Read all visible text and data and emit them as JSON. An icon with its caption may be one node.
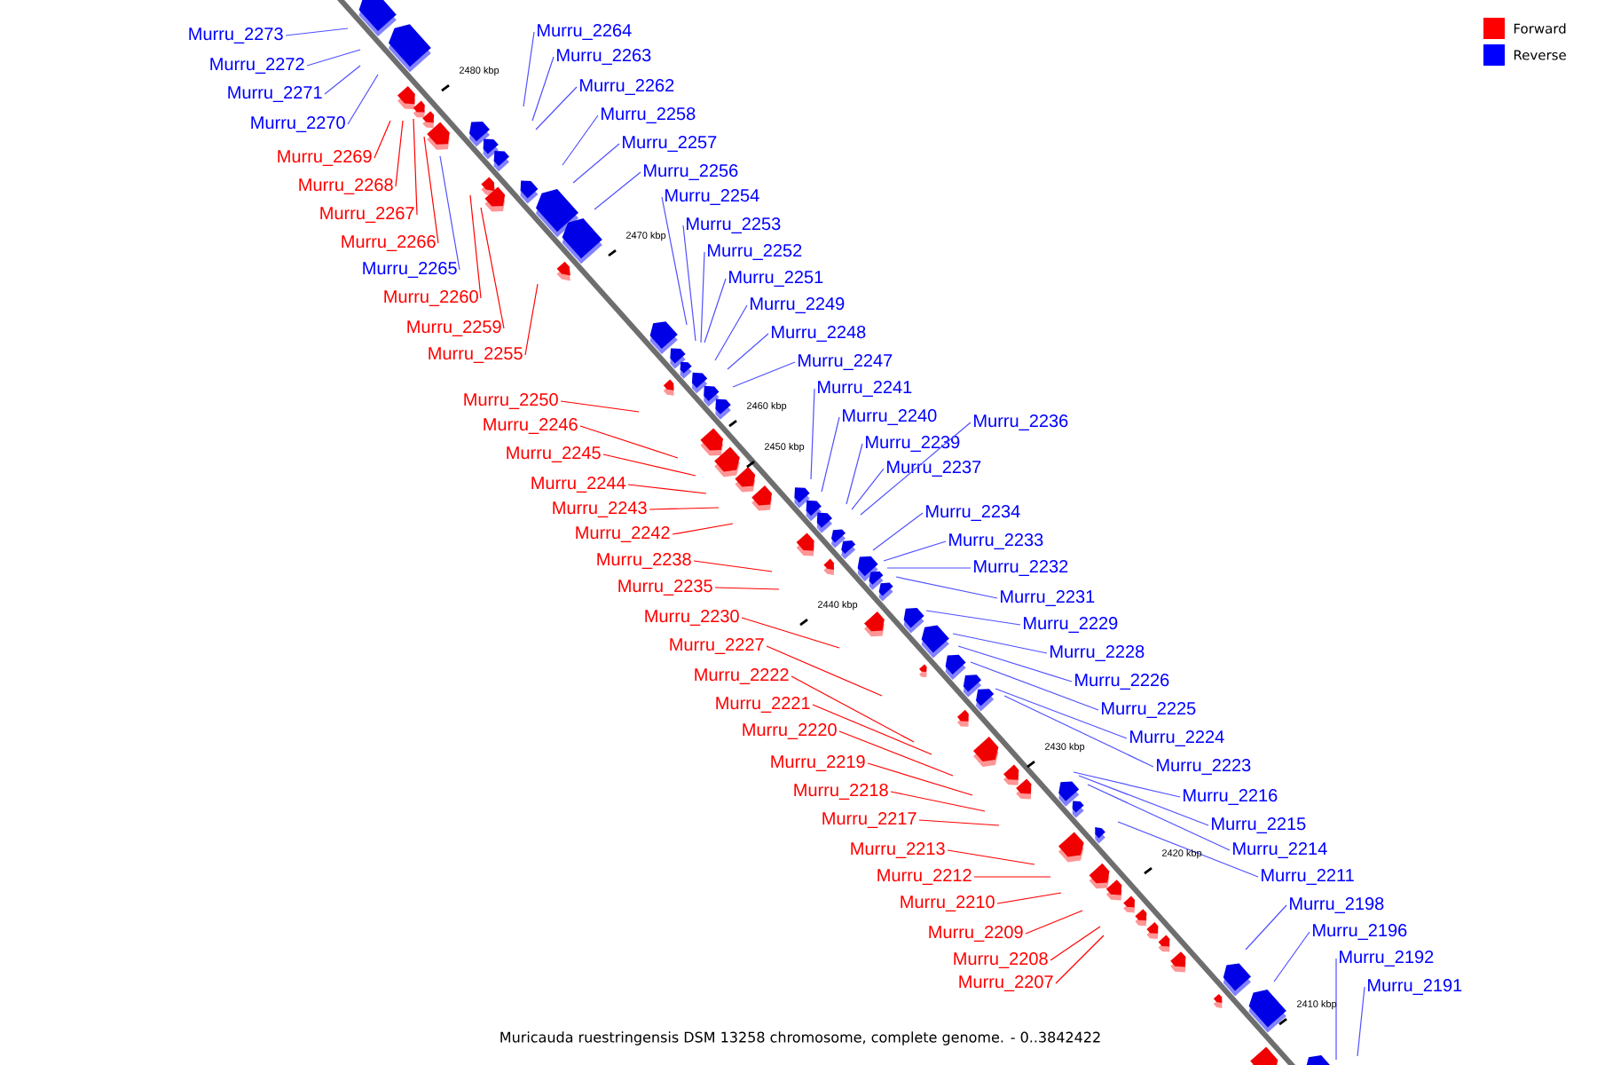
{
  "diagram": {
    "caption": "Muricauda ruestringensis DSM 13258 chromosome, complete genome. - 0..3842422",
    "nodes": [
      {
        "text": [
          "Murru_2273"
        ]
      },
      {
        "text": [
          "Murru_2272"
        ]
      },
      {
        "text": [
          "Murru_2271"
        ]
      },
      {
        "text": [
          "Murru_2270"
        ]
      },
      {
        "text": [
          "Murru_2269"
        ]
      },
      {
        "text": [
          "Murru_2268"
        ]
      },
      {
        "text": [
          "Murru_2267"
        ]
      },
      {
        "text": [
          "Murru_2266"
        ]
      },
      {
        "text": [
          "Murru_2265"
        ]
      },
      {
        "text": [
          "Murru_2260"
        ]
      },
      {
        "text": [
          "Murru_2259"
        ]
      },
      {
        "text": [
          "Murru_2255"
        ]
      },
      {
        "text": [
          "Murru_2250"
        ]
      },
      {
        "text": [
          "Murru_2246"
        ]
      },
      {
        "text": [
          "Murru_2245"
        ]
      },
      {
        "text": [
          "Murru_2244"
        ]
      },
      {
        "text": [
          "Murru_2243"
        ]
      },
      {
        "text": [
          "Murru_2242"
        ]
      },
      {
        "text": [
          "Murru_2238"
        ]
      },
      {
        "text": [
          "Murru_2235"
        ]
      },
      {
        "text": [
          "Murru_2230"
        ]
      },
      {
        "text": [
          "Murru_2227"
        ]
      },
      {
        "text": [
          "Murru_2222"
        ]
      },
      {
        "text": [
          "Murru_2221"
        ]
      },
      {
        "text": [
          "Murru_2220"
        ]
      },
      {
        "text": [
          "Murru_2219"
        ]
      },
      {
        "text": [
          "Murru_2218"
        ]
      },
      {
        "text": [
          "Murru_2217"
        ]
      },
      {
        "text": [
          "Murru_2213"
        ]
      },
      {
        "text": [
          "Murru_2212"
        ]
      },
      {
        "text": [
          "Murru_2210"
        ]
      },
      {
        "text": [
          "Murru_2209"
        ]
      },
      {
        "text": [
          "Murru_2208"
        ]
      },
      {
        "text": [
          "Murru_2207"
        ]
      },
      {
        "text": [
          "Murru_2264"
        ]
      },
      {
        "text": [
          "Murru_2263"
        ]
      },
      {
        "text": [
          "Murru_2262"
        ]
      },
      {
        "text": [
          "Murru_2258"
        ]
      },
      {
        "text": [
          "Murru_2257"
        ]
      },
      {
        "text": [
          "Murru_2256"
        ]
      },
      {
        "text": [
          "Murru_2254"
        ]
      },
      {
        "text": [
          "Murru_2253"
        ]
      },
      {
        "text": [
          "Murru_2252"
        ]
      },
      {
        "text": [
          "Murru_2251"
        ]
      },
      {
        "text": [
          "Murru_2249"
        ]
      },
      {
        "text": [
          "Murru_2248"
        ]
      },
      {
        "text": [
          "Murru_2247"
        ]
      },
      {
        "text": [
          "Murru_2241"
        ]
      },
      {
        "text": [
          "Murru_2240"
        ]
      },
      {
        "text": [
          "Murru_2239"
        ]
      },
      {
        "text": [
          "Murru_2237"
        ]
      },
      {
        "text": [
          "Murru_2236"
        ]
      },
      {
        "text": [
          "Murru_2234"
        ]
      },
      {
        "text": [
          "Murru_2233"
        ]
      },
      {
        "text": [
          "Murru_2232"
        ]
      },
      {
        "text": [
          "Murru_2231"
        ]
      },
      {
        "text": [
          "Murru_2229"
        ]
      },
      {
        "text": [
          "Murru_2228"
        ]
      },
      {
        "text": [
          "Murru_2226"
        ]
      },
      {
        "text": [
          "Murru_2225"
        ]
      },
      {
        "text": [
          "Murru_2224"
        ]
      },
      {
        "text": [
          "Murru_2223"
        ]
      },
      {
        "text": [
          "Murru_2216"
        ]
      },
      {
        "text": [
          "Murru_2215"
        ]
      },
      {
        "text": [
          "Murru_2214"
        ]
      },
      {
        "text": [
          "Murru_2211"
        ]
      },
      {
        "text": [
          "Murru_2198"
        ]
      },
      {
        "text": [
          "Murru_2196"
        ]
      },
      {
        "text": [
          "Murru_2192"
        ]
      },
      {
        "text": [
          "Murru_2191"
        ]
      }
    ],
    "edges": [
      {
        "from": 0,
        "to": null,
        "arrow": "none"
      },
      {
        "from": 1,
        "to": null,
        "arrow": "none"
      },
      {
        "from": 2,
        "to": null,
        "arrow": "none"
      },
      {
        "from": 3,
        "to": null,
        "arrow": "none"
      },
      {
        "from": 4,
        "to": null,
        "arrow": "none",
        "color": "#ff0000"
      },
      {
        "from": 5,
        "to": null,
        "arrow": "none",
        "color": "#ff0000"
      },
      {
        "from": 6,
        "to": null,
        "arrow": "none",
        "color": "#ff0000"
      },
      {
        "from": 7,
        "to": null,
        "arrow": "none",
        "color": "#ff0000"
      },
      {
        "from": 8,
        "to": null,
        "arrow": "none"
      },
      {
        "from": 9,
        "to": null,
        "arrow": "none",
        "color": "#ff0000"
      },
      {
        "from": 10,
        "to": null,
        "arrow": "none",
        "color": "#ff0000"
      },
      {
        "from": 11,
        "to": null,
        "arrow": "none",
        "color": "#ff0000"
      },
      {
        "from": 12,
        "to": null,
        "arrow": "none",
        "color": "#ff0000"
      },
      {
        "from": 13,
        "to": null,
        "arrow": "none",
        "color": "#ff0000"
      },
      {
        "from": 14,
        "to": null,
        "arrow": "none",
        "color": "#ff0000"
      },
      {
        "from": 15,
        "to": null,
        "arrow": "none",
        "color": "#ff0000"
      },
      {
        "from": 16,
        "to": null,
        "arrow": "none",
        "color": "#ff0000"
      },
      {
        "from": 17,
        "to": null,
        "arrow": "none",
        "color": "#ff0000"
      },
      {
        "from": 18,
        "to": null,
        "arrow": "none",
        "color": "#ff0000"
      },
      {
        "from": 19,
        "to": null,
        "arrow": "none",
        "color": "#ff0000"
      },
      {
        "from": 20,
        "to": null,
        "arrow": "none",
        "color": "#ff0000"
      },
      {
        "from": 21,
        "to": null,
        "arrow": "none",
        "color": "#ff0000"
      },
      {
        "from": 22,
        "to": null,
        "arrow": "none",
        "color": "#ff0000"
      },
      {
        "from": 23,
        "to": null,
        "arrow": "none",
        "color": "#ff0000"
      },
      {
        "from": 24,
        "to": null,
        "arrow": "none",
        "color": "#ff0000"
      },
      {
        "from": 25,
        "to": null,
        "arrow": "none",
        "color": "#ff0000"
      },
      {
        "from": 26,
        "to": null,
        "arrow": "none",
        "color": "#ff0000"
      },
      {
        "from": 27,
        "to": null,
        "arrow": "none",
        "color": "#ff0000"
      },
      {
        "from": 28,
        "to": null,
        "arrow": "none",
        "color": "#ff0000"
      },
      {
        "from": 29,
        "to": null,
        "arrow": "none",
        "color": "#ff0000"
      },
      {
        "from": 30,
        "to": null,
        "arrow": "none",
        "color": "#ff0000"
      },
      {
        "from": 31,
        "to": null,
        "arrow": "none",
        "color": "#ff0000"
      },
      {
        "from": 32,
        "to": null,
        "arrow": "none",
        "color": "#ff0000"
      },
      {
        "from": 33,
        "to": null,
        "arrow": "none",
        "color": "#ff0000"
      },
      {
        "from": 34,
        "to": null,
        "arrow": "none"
      },
      {
        "from": 35,
        "to": null,
        "arrow": "none"
      },
      {
        "from": 36,
        "to": null,
        "arrow": "none"
      },
      {
        "from": 37,
        "to": null,
        "arrow": "none"
      },
      {
        "from": 38,
        "to": null,
        "arrow": "none"
      },
      {
        "from": 39,
        "to": null,
        "arrow": "none"
      },
      {
        "from": 40,
        "to": null,
        "arrow": "none"
      },
      {
        "from": 41,
        "to": null,
        "arrow": "none"
      },
      {
        "from": 42,
        "to": null,
        "arrow": "none"
      },
      {
        "from": 43,
        "to": null,
        "arrow": "none"
      },
      {
        "from": 44,
        "to": null,
        "arrow": "none"
      },
      {
        "from": 45,
        "to": null,
        "arrow": "none"
      },
      {
        "from": 46,
        "to": null,
        "arrow": "none"
      },
      {
        "from": 47,
        "to": null,
        "arrow": "none"
      },
      {
        "from": 48,
        "to": null,
        "arrow": "none"
      },
      {
        "from": 49,
        "to": null,
        "arrow": "none"
      },
      {
        "from": 50,
        "to": null,
        "arrow": "none"
      },
      {
        "from": 51,
        "to": null,
        "arrow": "none"
      },
      {
        "from": 52,
        "to": null,
        "arrow": "none"
      },
      {
        "from": 53,
        "to": null,
        "arrow": "none"
      },
      {
        "from": 54,
        "to": null,
        "arrow": "none"
      },
      {
        "from": 55,
        "to": null,
        "arrow": "none"
      },
      {
        "from": 56,
        "to": null,
        "arrow": "none"
      },
      {
        "from": 57,
        "to": null,
        "arrow": "none"
      },
      {
        "from": 58,
        "to": null,
        "arrow": "none"
      },
      {
        "from": 59,
        "to": null,
        "arrow": "none"
      },
      {
        "from": 60,
        "to": null,
        "arrow": "none"
      },
      {
        "from": 61,
        "to": null,
        "arrow": "none"
      },
      {
        "from": 62,
        "to": null,
        "arrow": "none"
      },
      {
        "from": 63,
        "to": null,
        "arrow": "none"
      },
      {
        "from": 64,
        "to": null,
        "arrow": "none"
      },
      {
        "from": 65,
        "to": null,
        "arrow": "none"
      },
      {
        "from": 66,
        "to": null,
        "arrow": "none"
      },
      {
        "from": 67,
        "to": null,
        "arrow": "none"
      },
      {
        "from": 68,
        "to": null,
        "arrow": "none"
      },
      {
        "from": 69,
        "to": null,
        "arrow": "none"
      }
    ],
    "labels": [
      "2480 kbp",
      "2470 kbp",
      "2460 kbp",
      "2450 kbp",
      "2440 kbp",
      "2430 kbp",
      "2420 kbp",
      "2410 kbp"
    ],
    "legend": [
      {
        "text": "Forward",
        "color": "#ff0000"
      },
      {
        "text": "Reverse",
        "color": "#0000ff"
      }
    ]
  }
}
